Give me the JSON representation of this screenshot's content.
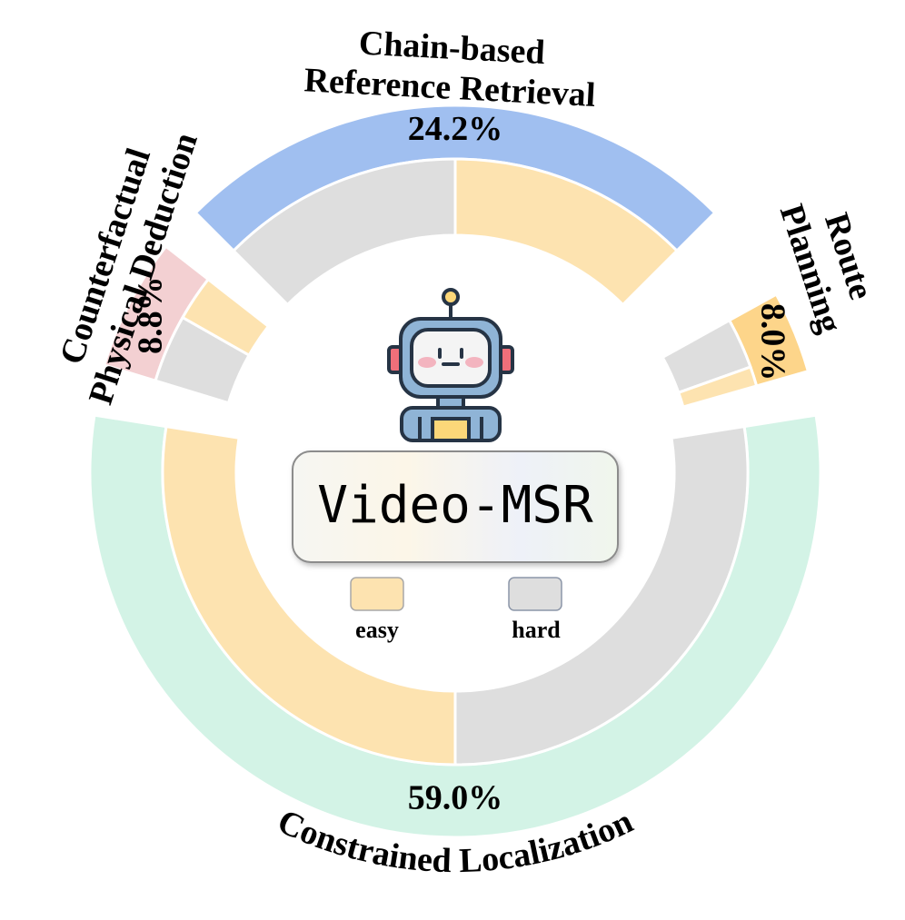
{
  "chart_data": {
    "type": "sunburst",
    "title": "Video-MSR",
    "legend": {
      "placement": "center",
      "entries": [
        {
          "label": "easy",
          "color": "#fde3b0"
        },
        {
          "label": "hard",
          "color": "#dedede"
        }
      ]
    },
    "categories": [
      {
        "name": "Chain-based Reference Retrieval",
        "name_lines": [
          "Chain-based",
          "Reference Retrieval"
        ],
        "percent": 24.2,
        "percent_label": "24.2%",
        "color": "#a0bff0",
        "subdivisions": {
          "hard": 0.5,
          "easy": 0.5
        }
      },
      {
        "name": "Route Planning",
        "name_lines": [
          "Route",
          "Planning"
        ],
        "percent": 8.0,
        "percent_label": "8.0%",
        "color": "#fdd58a",
        "subdivisions": {
          "hard": 0.72,
          "easy": 0.28
        }
      },
      {
        "name": "Constrained Localization",
        "name_lines": [
          "Constrained Localization"
        ],
        "percent": 59.0,
        "percent_label": "59.0%",
        "color": "#d3f3e6",
        "subdivisions": {
          "hard": 0.5,
          "easy": 0.5
        }
      },
      {
        "name": "Counterfactual Physical Deduction",
        "name_lines": [
          "Counterfactual",
          "Physical Deduction"
        ],
        "percent": 8.8,
        "percent_label": "8.8%",
        "color": "#f3d0d2",
        "subdivisions": {
          "hard": 0.6,
          "easy": 0.4
        }
      }
    ]
  },
  "colors": {
    "easy": "#fde3b0",
    "hard": "#dedede",
    "title_box_border": "#8c8c8c"
  },
  "icons": {
    "center": "robot-icon"
  }
}
